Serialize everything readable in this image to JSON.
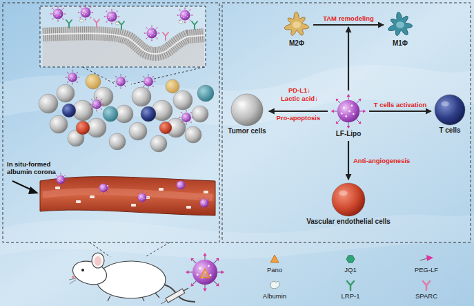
{
  "diagram": {
    "nodes": [
      {
        "text": [
          "M2Φ"
        ]
      },
      {
        "text": [
          "M1Φ"
        ]
      },
      {
        "text": [
          "Tumor cells"
        ]
      },
      {
        "text": [
          "LF-Lipo"
        ]
      },
      {
        "text": [
          "T cells"
        ]
      },
      {
        "text": [
          "Vascular endothelial cells"
        ]
      }
    ],
    "edges": [
      {
        "from": 0,
        "to": 1,
        "arrow": "to",
        "label": "TAM remodeling"
      },
      {
        "from": 3,
        "to": 2,
        "arrow": "to",
        "label": "Pro-apoptosis"
      },
      {
        "from": 3,
        "to": 4,
        "arrow": "to",
        "label": "T cells activation"
      },
      {
        "from": 3,
        "to": 5,
        "arrow": "to",
        "label": "Anti-angiogenesis"
      }
    ],
    "labels": [
      "In situ-formed albumin corona",
      "PD-L1↓",
      "Lactic acid↓"
    ],
    "legend": [
      {
        "text": "Pano"
      },
      {
        "text": "JQ1"
      },
      {
        "text": "PEG-LF"
      },
      {
        "text": "Albumin"
      },
      {
        "text": "LRP-1"
      },
      {
        "text": "SPARC"
      }
    ]
  }
}
